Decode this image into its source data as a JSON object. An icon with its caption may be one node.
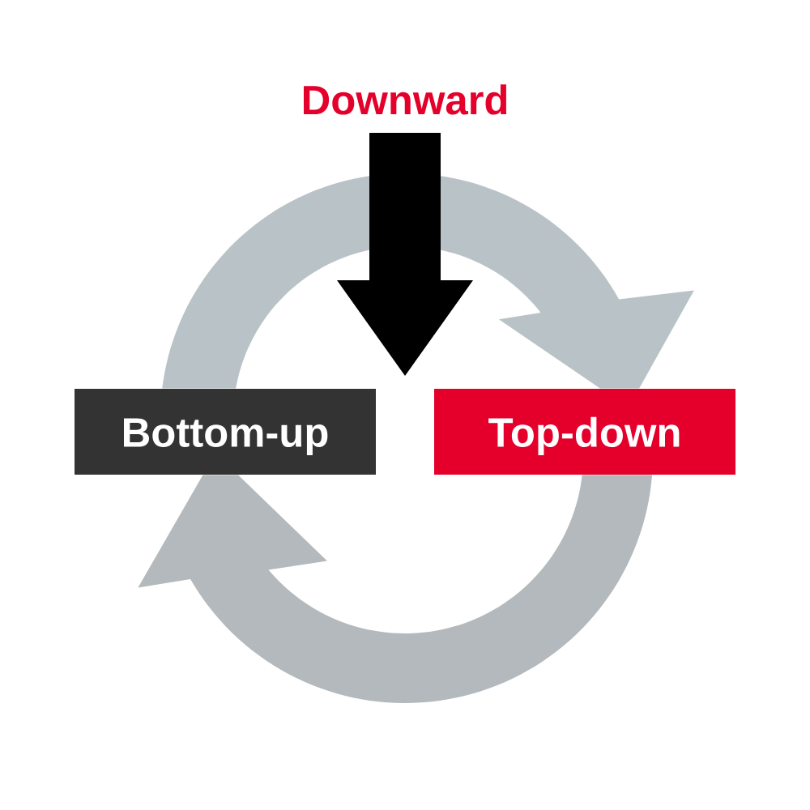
{
  "diagram": {
    "nodes": [
      {
        "text": [
          "Downward"
        ]
      },
      {
        "text": [
          "Bottom-up"
        ]
      },
      {
        "text": [
          "Top-down"
        ]
      }
    ],
    "edges": [
      {
        "from": 1,
        "to": 2,
        "arrow": "to"
      },
      {
        "from": 2,
        "to": 1,
        "arrow": "to"
      },
      {
        "from": 0,
        "to": null,
        "arrow": "to",
        "color": "#000000"
      }
    ]
  }
}
